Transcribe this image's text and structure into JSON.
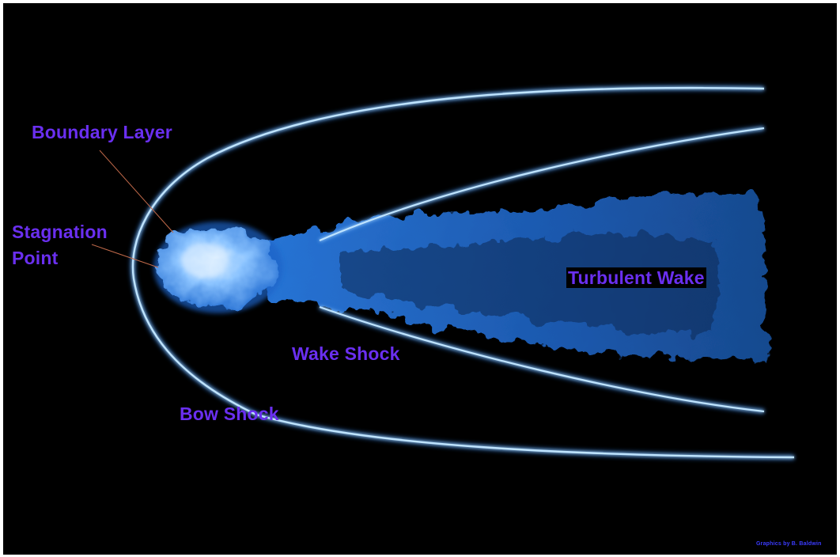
{
  "colors": {
    "background": "#000000",
    "label": "#6a2ff0",
    "shock_line": "#bfe4ff",
    "shock_glow": "#2f7fe0",
    "body_core": "#b9ddff",
    "body_edge": "#3f8be6",
    "wake": "#1f66c4",
    "leader": "#c26a4a"
  },
  "labels": {
    "boundary_layer": "Boundary Layer",
    "stagnation_point_line1": "Stagnation",
    "stagnation_point_line2": "Point",
    "turbulent_wake": "Turbulent Wake",
    "wake_shock": "Wake Shock",
    "bow_shock": "Bow Shock"
  },
  "credit": "Graphics by B. Baldwin"
}
